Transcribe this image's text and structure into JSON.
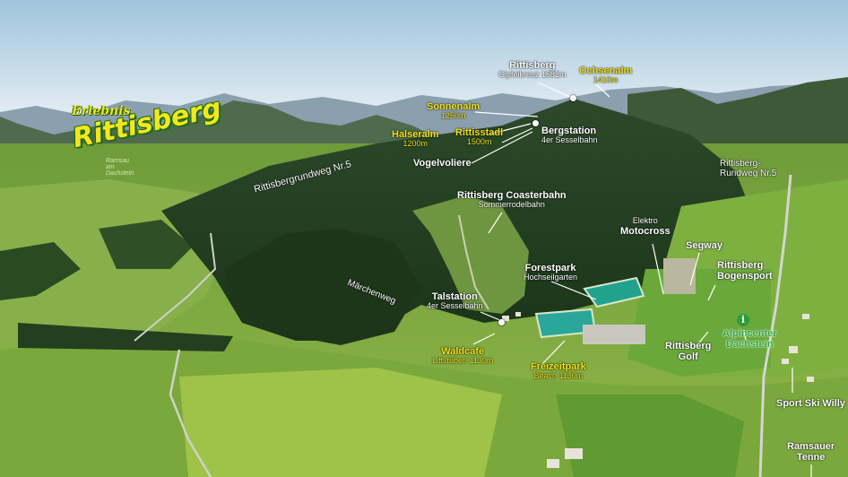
{
  "logo": {
    "top": "Erlebnis",
    "name": "Rittisberg",
    "sub": "Ramsau am Dachstein"
  },
  "labels": {
    "rittisberg": "Rittisberg",
    "gipfelkreuz": "Gipfelkreuz 1582m",
    "ochsenalm": "Ochsenalm",
    "ochsenalm_alt": "1410m",
    "sonnenalm": "Sonnenalm",
    "sonnenalm_alt": "1250m",
    "halseralm": "Halseralm",
    "halseralm_alt": "1200m",
    "rittisstadl": "Rittisstadl",
    "rittisstadl_alt": "1500m",
    "bergstation": "Bergstation",
    "bergstation_sub": "4er Sesselbahn",
    "vogelvoliere": "Vogelvoliere",
    "rundweg_left": "Rittisbergrundweg Nr.5",
    "rundweg_right_1": "Rittisberg-",
    "rundweg_right_2": "Rundweg Nr.5",
    "coaster": "Rittisberg Coasterbahn",
    "coaster_sub": "Sommerrodelbahn",
    "motocross_pre": "Elektro",
    "motocross": "Motocross",
    "segway": "Segway",
    "bogensport_1": "Rittisberg",
    "bogensport_2": "Bogensport",
    "forestpark": "Forestpark",
    "forestpark_sub": "Hochseilgarten",
    "maerchenweg": "Märchenweg",
    "talstation": "Talstation",
    "talstation_sub": "4er Sesselbahn",
    "alpincenter_1": "Alpincenter",
    "alpincenter_2": "Dachstein",
    "info_icon": "i",
    "golf_1": "Rittisberg",
    "golf_2": "Golf",
    "waldcafe": "Waldcafe",
    "waldcafe_sub": "Liftstüberl 1130m",
    "freizeitpark": "Freizeitpark",
    "freizeitpark_sub": "Beach 1130m",
    "sport_ski": "Sport Ski Willy",
    "ramsauer_1": "Ramsauer",
    "ramsauer_2": "Tenne"
  },
  "colors": {
    "sky_top": "#9fc4dc",
    "sky_bottom": "#e7eef3",
    "mountains_far": "#7d93a3",
    "forest_dark": "#1e3a1c",
    "meadow": "#7cae3c",
    "meadow_light": "#a8c85a",
    "lake": "#1f9c8a",
    "label_white": "#ffffff",
    "label_yellow": "#f2e21a"
  }
}
